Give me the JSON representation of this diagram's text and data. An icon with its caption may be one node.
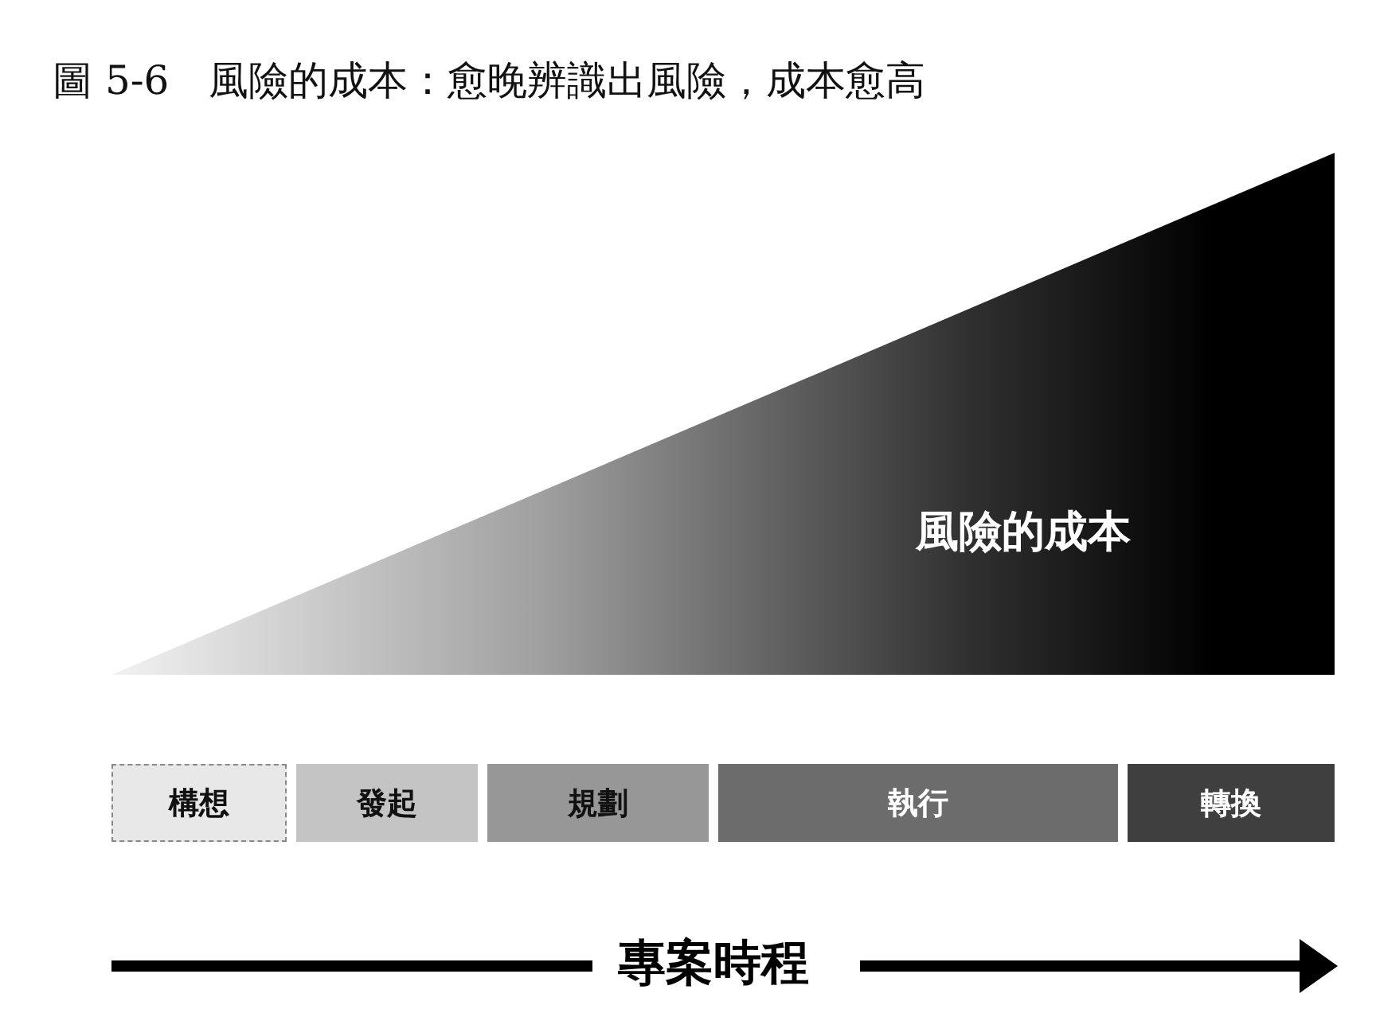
{
  "diagram": {
    "title": "圖 5-6　風險的成本：愈晚辨識出風險，成本愈高",
    "nodes": [
      {
        "text": [
          "風險的成本"
        ]
      },
      {
        "text": [
          "構想"
        ]
      },
      {
        "text": [
          "發起"
        ]
      },
      {
        "text": [
          "規劃"
        ]
      },
      {
        "text": [
          "執行"
        ]
      },
      {
        "text": [
          "轉換"
        ]
      }
    ],
    "labels": [
      "專案時程"
    ]
  }
}
